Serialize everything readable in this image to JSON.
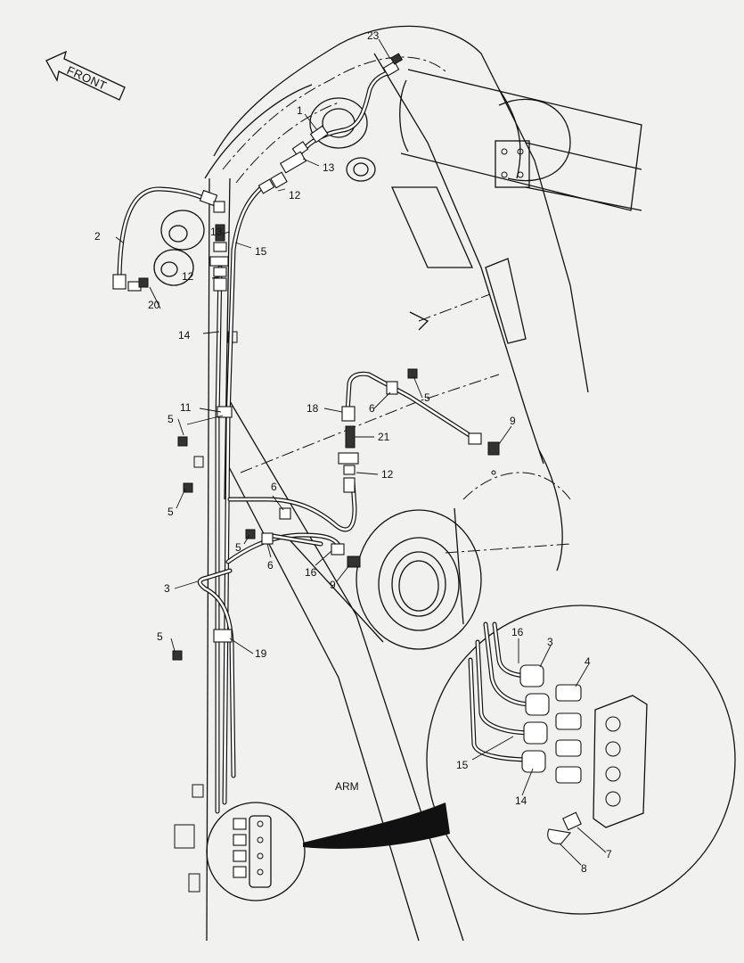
{
  "direction": {
    "label": "FRONT"
  },
  "component_label": "ARM",
  "callouts": {
    "c1": "1",
    "c2": "2",
    "c3": "3",
    "c4": "4",
    "c5": "5",
    "c6": "6",
    "c7": "7",
    "c8": "8",
    "c9": "9",
    "c11": "11",
    "c12": "12",
    "c13": "13",
    "c14": "14",
    "c15": "15",
    "c16": "16",
    "c18": "18",
    "c19": "19",
    "c20": "20",
    "c21": "21",
    "c23": "23"
  }
}
